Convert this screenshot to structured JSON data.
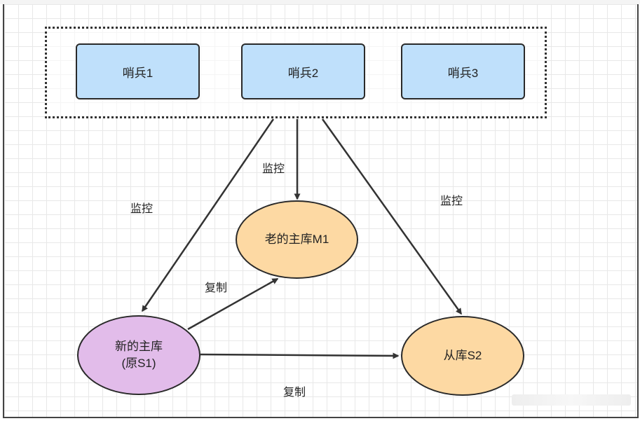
{
  "sentinels": [
    {
      "label": "哨兵1"
    },
    {
      "label": "哨兵2"
    },
    {
      "label": "哨兵3"
    }
  ],
  "nodes": {
    "old_master": "老的主库M1",
    "new_master_line1": "新的主库",
    "new_master_line2": "(原S1)",
    "slave": "从库S2"
  },
  "edge_labels": {
    "monitor_left": "监控",
    "monitor_middle": "监控",
    "monitor_right": "监控",
    "replicate_to_old": "复制",
    "replicate_to_slave": "复制"
  },
  "colors": {
    "sentinel_fill": "#bfe0fb",
    "master_fill": "#fdd9a3",
    "new_master_fill": "#e2bcea",
    "stroke": "#2a2a2a"
  }
}
